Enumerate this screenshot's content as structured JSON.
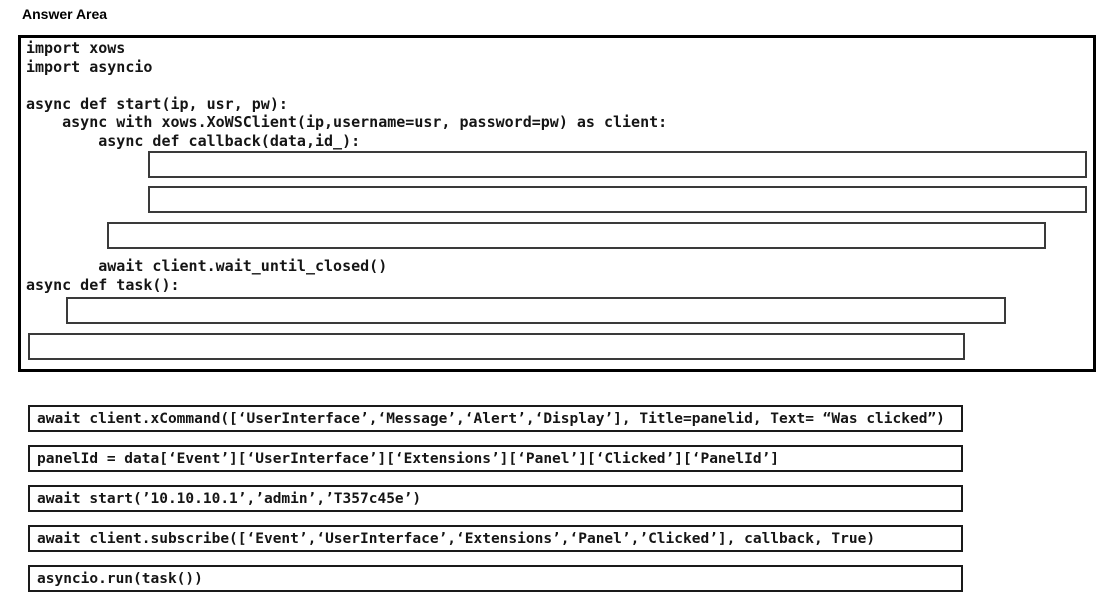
{
  "header": {
    "title": "Answer Area"
  },
  "answer_area": {
    "code_top": "import xows\nimport asyncio\n\nasync def start(ip, usr, pw):\n    async with xows.XoWSClient(ip,username=usr, password=pw) as client:\n        async def callback(data,id_):",
    "code_wait": "        await client.wait_until_closed()",
    "code_task": "async def task():"
  },
  "snippets": [
    "await client.xCommand([‘UserInterface’,‘Message’,‘Alert’,‘Display’], Title=panelid, Text= “Was clicked”)",
    "panelId = data[‘Event’][‘UserInterface’][‘Extensions’][‘Panel’][‘Clicked’][‘PanelId’]",
    "await start(’10.10.10.1’,’admin’,’T357c45e’)",
    "await client.subscribe([‘Event’,‘UserInterface’,‘Extensions’,‘Panel’,’Clicked’], callback, True)",
    "asyncio.run(task())"
  ]
}
